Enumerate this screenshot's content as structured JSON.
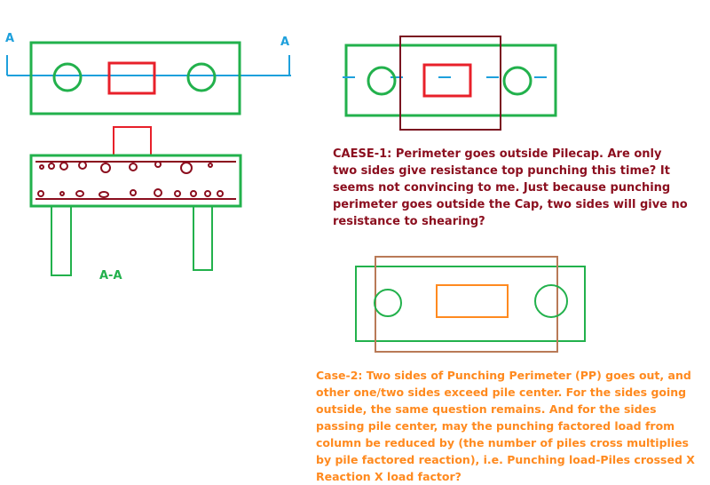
{
  "labels": {
    "section_a_left": "A",
    "section_a_right": "A",
    "section_aa": "A-A"
  },
  "notes": {
    "case1": "CAESE-1: Perimeter goes outside Pilecap. Are only two sides give resistance top punching this time? It seems not convincing to me. Just because punching perimeter goes outside the Cap, two sides will give no resistance to shearing?",
    "case2": "Case-2: Two sides of Punching Perimeter (PP) goes out, and other one/two sides exceed pile center. For the sides going outside, the same question remains. And for the sides passing pile center, may the punching factored load from column be reduced by (the number of piles cross multiplies by pile factored reaction), i.e. Punching load-Piles crossed X Reaction X load factor?"
  },
  "colors": {
    "pilecap": "#22b14c",
    "column": "#e8202a",
    "section_line": "#1ea0dc",
    "rebar": "#8b0e1e",
    "punching_perimeter_case1": "#7a1420",
    "punching_perimeter_case2": "#b97a57",
    "column_case2": "#ff8a1f",
    "case1_text": "#8b0e1e",
    "case2_text": "#ff8a1f"
  }
}
